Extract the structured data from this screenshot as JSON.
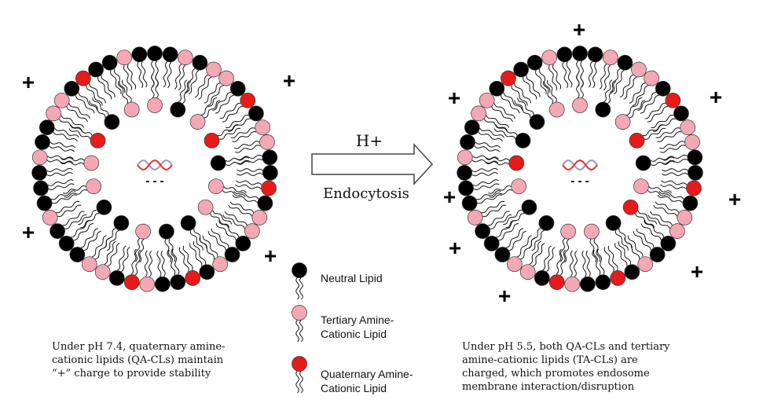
{
  "arrow": {
    "top_label": "H+",
    "bottom_label": "Endocytosis"
  },
  "legend": [
    {
      "label_lines": [
        "Neutral Lipid"
      ],
      "color": "#000000"
    },
    {
      "label_lines": [
        "Tertiary Amine-",
        "Cationic Lipid"
      ],
      "color": "#f4a8b4"
    },
    {
      "label_lines": [
        "Quaternary Amine-",
        "Cationic Lipid"
      ],
      "color": "#e81a1a"
    }
  ],
  "captions": {
    "left": [
      "Under pH 7.4, quaternary amine-",
      "cationic lipids (QA-CLs) maintain",
      "“+” charge to provide stability"
    ],
    "right": [
      "Under pH 5.5, both QA-CLs and tertiary",
      "amine-cationic lipids (TA-CLs) are",
      "charged, which promotes endosome",
      "membrane interaction/disruption"
    ]
  },
  "plus_sign": "+",
  "cargo_charge": "- - -",
  "colors": {
    "neutral": "#000000",
    "tertiary": "#f4a8b4",
    "quaternary": "#e81a1a",
    "head_stroke": "#333333"
  }
}
